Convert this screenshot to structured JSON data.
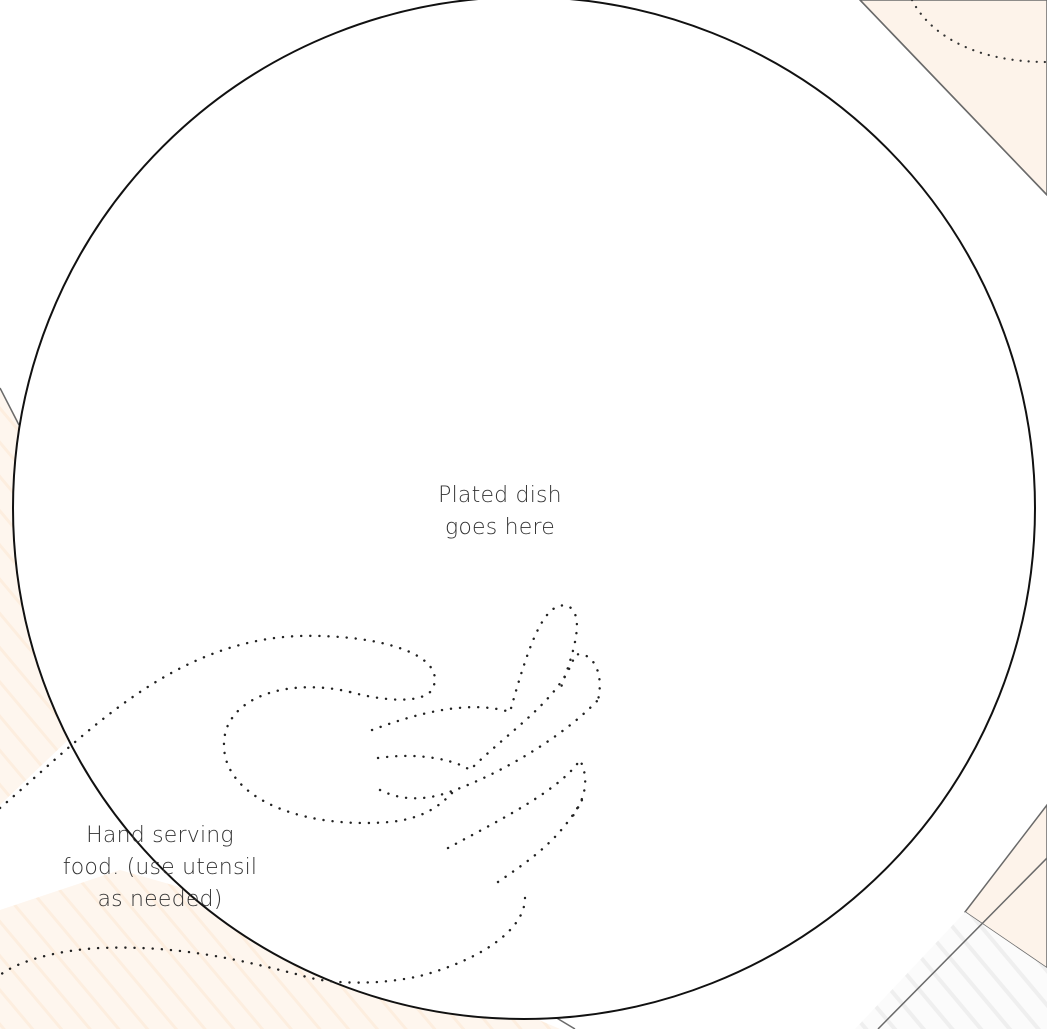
{
  "placeholders": {
    "dish": {
      "line1": "Plated dish",
      "line2": "goes here"
    },
    "hand": {
      "line1": "Hand serving",
      "line2": "food. (use utensil",
      "line3": "as needed)"
    }
  },
  "colors": {
    "background": "#ffffff",
    "outline": "#111111",
    "dotted": "#222222",
    "accent_fill": "#fdf3ea",
    "stripe": "#f1f1f1"
  }
}
